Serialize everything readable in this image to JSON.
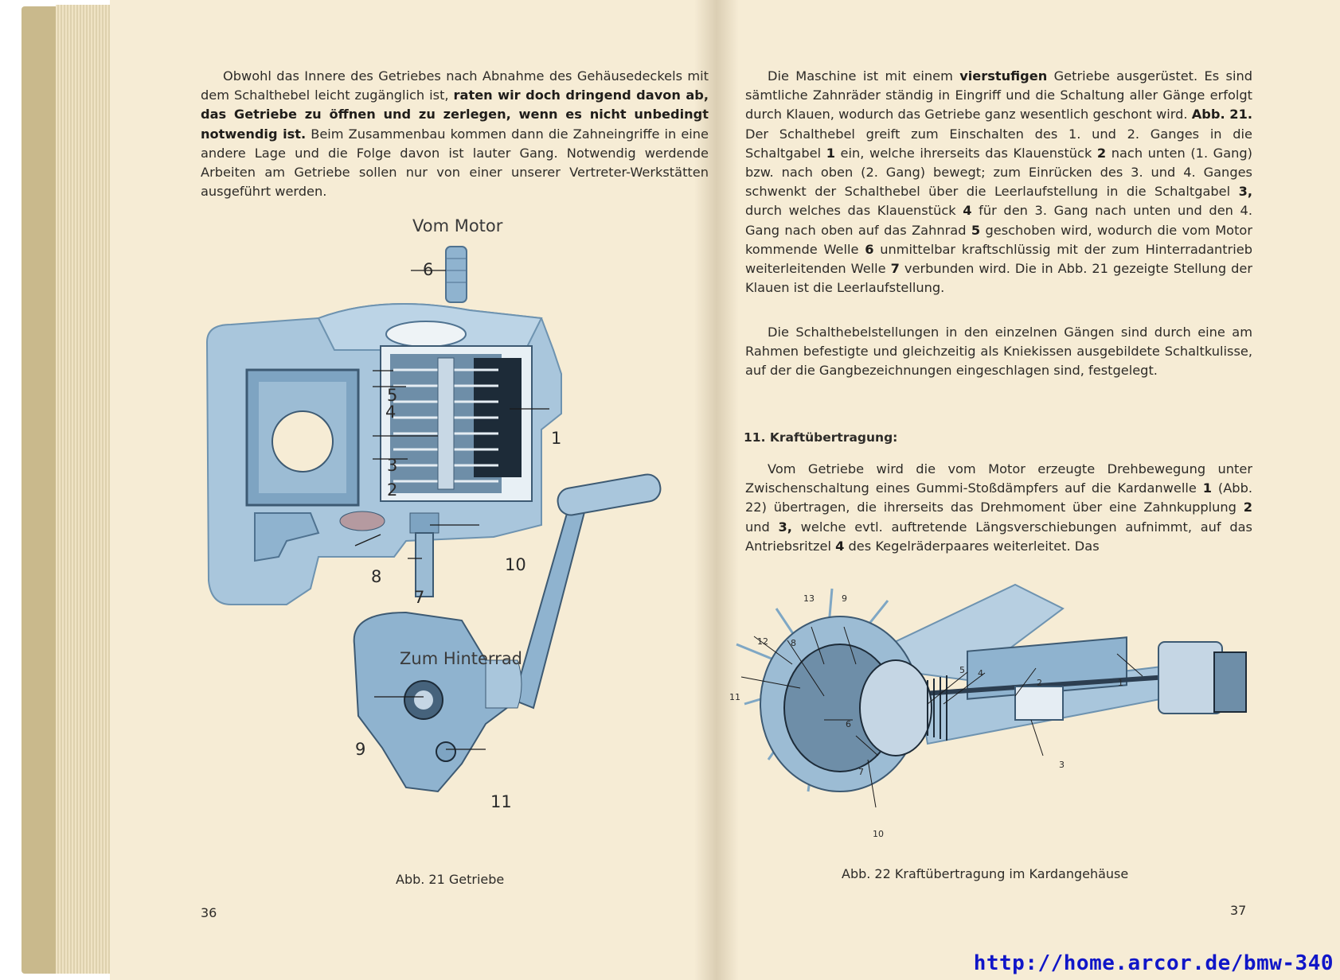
{
  "left_page": {
    "paragraph_html": "Obwohl das Innere des Getriebes nach Abnahme des Gehäusedeckels mit dem Schalthebel leicht zugänglich ist, <b>raten wir doch dringend davon ab, das Getriebe zu öffnen und zu zerlegen, wenn es nicht unbedingt notwendig ist.</b> Beim Zusammenbau kommen dann die Zahneingriffe in eine andere Lage und die Folge davon ist lauter Gang. Notwendig werdende Arbeiten am Getriebe sollen nur von einer unserer Vertreter-Werkstätten ausgeführt werden.",
    "figure_top_label": "Vom Motor",
    "figure_middle_label": "Zum Hinterrad",
    "figure_caption": "Abb. 21 Getriebe",
    "callouts": {
      "c1": "1",
      "c2": "2",
      "c3": "3",
      "c4": "4",
      "c5": "5",
      "c6": "6",
      "c7": "7",
      "c8": "8",
      "c9": "9",
      "c10": "10",
      "c11": "11"
    },
    "page_number": "36"
  },
  "right_page": {
    "para1_html": "Die Maschine ist mit einem <b>vierstufigen</b> Getriebe ausgerüstet. Es sind sämtliche Zahnräder ständig in Eingriff und die Schaltung aller Gänge erfolgt durch Klauen, wodurch das Getriebe ganz wesentlich geschont wird. <b>Abb. 21.</b> Der Schalthebel greift zum Einschalten des 1. und 2. Ganges in die Schaltgabel <b>1</b> ein, welche ihrerseits das Klauenstück <b>2</b> nach unten (1. Gang) bzw. nach oben (2. Gang) bewegt; zum Einrücken des 3. und 4. Ganges schwenkt der Schalthebel über die Leerlaufstellung in die Schaltgabel <b>3,</b> durch welches das Klauenstück <b>4</b> für den 3. Gang nach unten und den 4. Gang nach oben auf das Zahnrad <b>5</b> geschoben wird, wodurch die vom Motor kommende Welle <b>6</b> unmittelbar kraftschlüssig mit der zum Hinterradantrieb weiterleitenden Welle <b>7</b> verbunden wird. Die in Abb. 21 gezeigte Stellung der Klauen ist die Leerlaufstellung.",
    "para2_html": "Die Schalthebelstellungen in den einzelnen Gängen sind durch eine am Rahmen befestigte und gleichzeitig als Kniekissen ausgebildete Schaltkulisse, auf der die Gangbezeichnungen eingeschlagen sind, festgelegt.",
    "section_heading": "11. Kraftübertragung:",
    "para3_html": "Vom Getriebe wird die vom Motor erzeugte Drehbewegung unter Zwischenschaltung eines Gummi-Stoßdämpfers auf die Kardanwelle <b>1</b> (Abb. 22) übertragen, die ihrerseits das Drehmoment über eine Zahnkupplung <b>2</b> und <b>3,</b> welche evtl. auftretende Längsverschiebungen aufnimmt, auf das Antriebsritzel <b>4</b> des Kegelräderpaares weiterleitet. Das",
    "figure_caption": "Abb. 22 Kraftübertragung im Kardangehäuse",
    "callouts": {
      "c1": "1",
      "c2": "2",
      "c3": "3",
      "c4": "4",
      "c5": "5",
      "c6": "6",
      "c7": "7",
      "c8": "8",
      "c9": "9",
      "c10": "10",
      "c11": "11",
      "c12": "12",
      "c13": "13"
    },
    "page_number": "37"
  },
  "watermark_url": "http://home.arcor.de/bmw-340",
  "colors": {
    "paper": "#f6ecd5",
    "ink": "#2d2b28",
    "illustration_blue": "#8fb3cf",
    "illustration_dark": "#3d5a73",
    "url_blue": "#1016c8",
    "cover": "#c9b98c"
  }
}
